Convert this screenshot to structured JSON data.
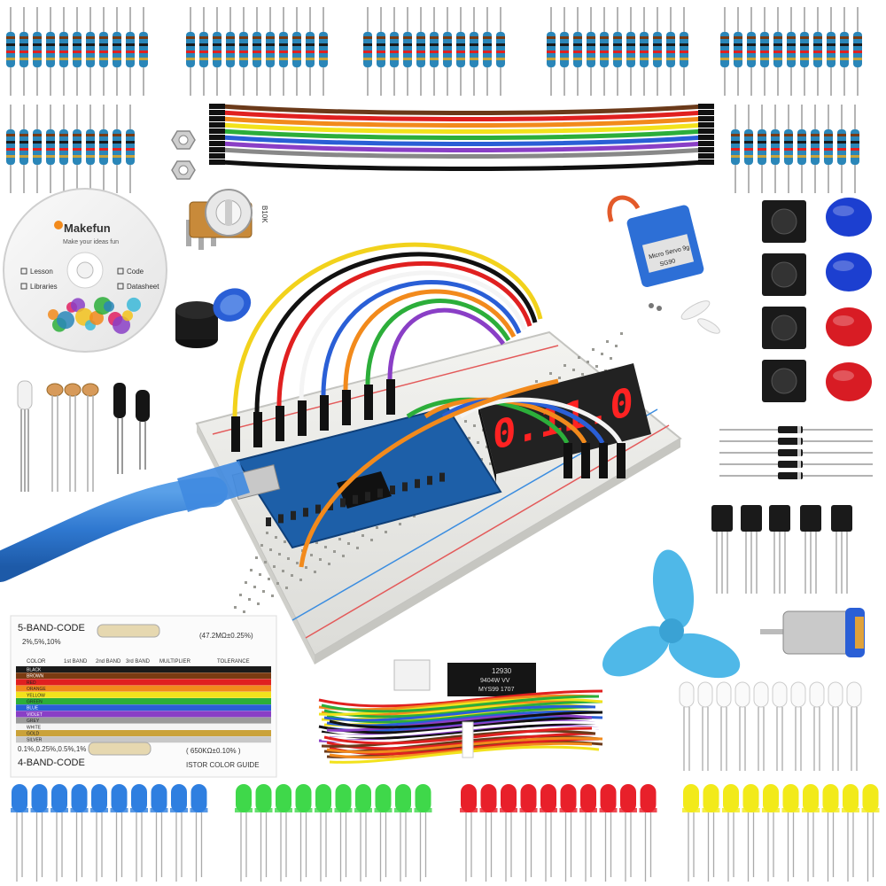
{
  "cd": {
    "brand": "Makefun",
    "tagline": "Make your ideas fun",
    "items": [
      {
        "label": "Lesson"
      },
      {
        "label": "Code"
      },
      {
        "label": "Libraries"
      },
      {
        "label": "Datasheet"
      }
    ]
  },
  "potentiometer": {
    "label": "B10K"
  },
  "servo": {
    "label": "Micro Servo 9g",
    "model": "SG90"
  },
  "chips": {
    "ic_label": "12930",
    "ic_line2": "9404W VV",
    "ic_line3": "MYS99 1707"
  },
  "display": {
    "text": "0.11.0"
  },
  "color_card": {
    "band5_title": "5-BAND-CODE",
    "band5_tol": "2%,5%,10%",
    "band5_example": "(47.2MΩ±0.25%)",
    "band4_title": "4-BAND-CODE",
    "band4_tol": "0.1%,0.25%,0.5%,1%",
    "band4_example": "( 650KΩ±0.10% )",
    "guide": "ISTOR COLOR GUIDE",
    "headers": {
      "color": "COLOR",
      "band1": "1st BAND",
      "band2": "2nd  BAND",
      "band3": "3rd BAND",
      "mult": "MULTIPLIER",
      "tol": "TOLERANCE"
    },
    "rows": [
      {
        "name": "BLACK",
        "color": "#1a1a1a"
      },
      {
        "name": "BROWN",
        "color": "#7a3b12"
      },
      {
        "name": "RED",
        "color": "#e02020"
      },
      {
        "name": "ORANGE",
        "color": "#f28a1c"
      },
      {
        "name": "YELLOW",
        "color": "#f2e21c"
      },
      {
        "name": "GREEN",
        "color": "#2cae3a"
      },
      {
        "name": "BLUE",
        "color": "#2a5fd6"
      },
      {
        "name": "VIOLET",
        "color": "#8a3fc6"
      },
      {
        "name": "GREY",
        "color": "#9a9a9a"
      },
      {
        "name": "WHITE",
        "color": "#f4f4f4"
      },
      {
        "name": "GOLD",
        "color": "#caa23a"
      },
      {
        "name": "SILVER",
        "color": "#c8c8c8"
      }
    ]
  },
  "led_groups": [
    {
      "color": "#2f7fe0"
    },
    {
      "color": "#3fd84a"
    },
    {
      "color": "#e8202a"
    },
    {
      "color": "#f2ea1a"
    }
  ]
}
